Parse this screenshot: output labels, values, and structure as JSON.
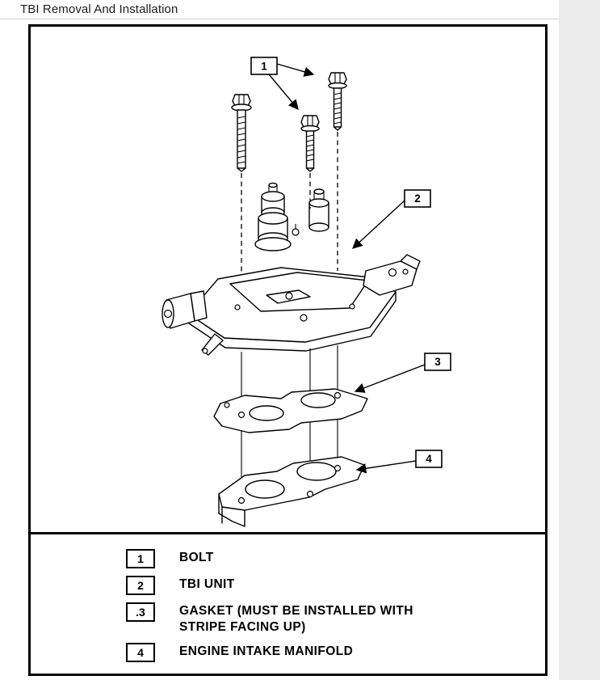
{
  "page": {
    "title": "TBI Removal And Installation"
  },
  "diagram": {
    "callouts": [
      {
        "number": "1"
      },
      {
        "number": "2"
      },
      {
        "number": "3"
      },
      {
        "number": "4"
      }
    ]
  },
  "legend": {
    "items": [
      {
        "badge": "1",
        "label": "BOLT"
      },
      {
        "badge": "2",
        "label": "TBI UNIT"
      },
      {
        "badge": ".3",
        "label": "GASKET (MUST BE INSTALLED WITH STRIPE FACING UP)"
      },
      {
        "badge": "4",
        "label": "ENGINE INTAKE MANIFOLD"
      }
    ]
  },
  "colors": {
    "ink": "#000000",
    "paper": "#ffffff",
    "page_edge": "#ececec",
    "rule": "#cfcfcf"
  }
}
